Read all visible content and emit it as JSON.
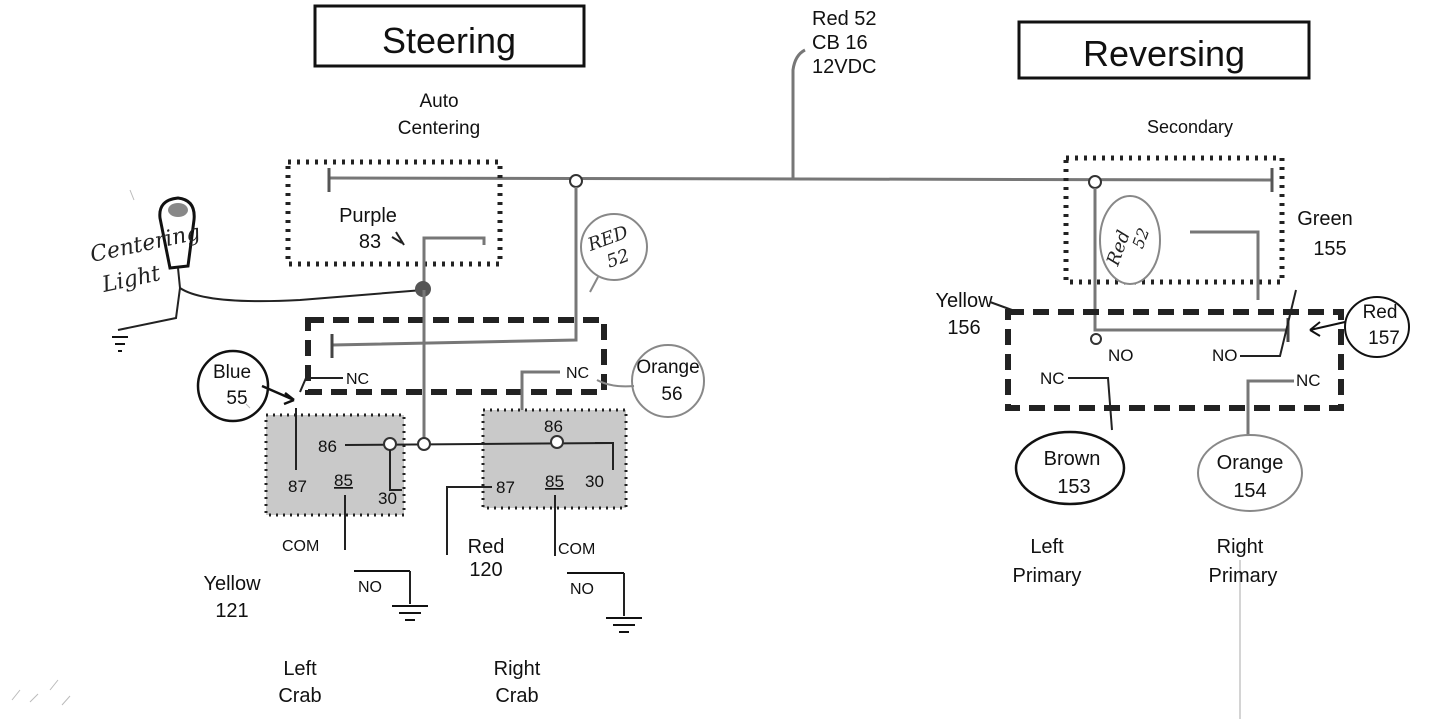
{
  "titles": {
    "steering": "Steering",
    "reversing": "Reversing"
  },
  "power": {
    "line1": "Red 52",
    "line2": "CB 16",
    "line3": "12VDC"
  },
  "steering": {
    "auto_line1": "Auto",
    "auto_line2": "Centering",
    "purple_line1": "Purple",
    "purple_line2": "83",
    "centering_line1": "Centering",
    "centering_line2": "Light",
    "red52_line1": "RED",
    "red52_line2": "52",
    "nc_left": "NC",
    "nc_right": "NC",
    "blue_line1": "Blue",
    "blue_line2": "55",
    "orange_line1": "Orange",
    "orange_line2": "56",
    "relay_left": {
      "pin86": "86",
      "pin87": "87",
      "pin85": "85",
      "pin30": "30"
    },
    "relay_right": {
      "pin86": "86",
      "pin87": "87",
      "pin85": "85",
      "pin30": "30"
    },
    "com_left": "COM",
    "com_right": "COM",
    "no_left": "NO",
    "no_right": "NO",
    "yellow_line1": "Yellow",
    "yellow_line2": "121",
    "red120_line1": "Red",
    "red120_line2": "120",
    "left_crab_line1": "Left",
    "left_crab_line2": "Crab",
    "right_crab_line1": "Right",
    "right_crab_line2": "Crab"
  },
  "reversing": {
    "secondary": "Secondary",
    "red52_line1": "Red",
    "red52_line2": "52",
    "green_line1": "Green",
    "green_line2": "155",
    "yellow_line1": "Yellow",
    "yellow_line2": "156",
    "red157_line1": "Red",
    "red157_line2": "157",
    "no_left": "NO",
    "no_right": "NO",
    "nc_left": "NC",
    "nc_right": "NC",
    "brown_line1": "Brown",
    "brown_line2": "153",
    "orange_line1": "Orange",
    "orange_line2": "154",
    "left_primary_line1": "Left",
    "left_primary_line2": "Primary",
    "right_primary_line1": "Right",
    "right_primary_line2": "Primary"
  }
}
